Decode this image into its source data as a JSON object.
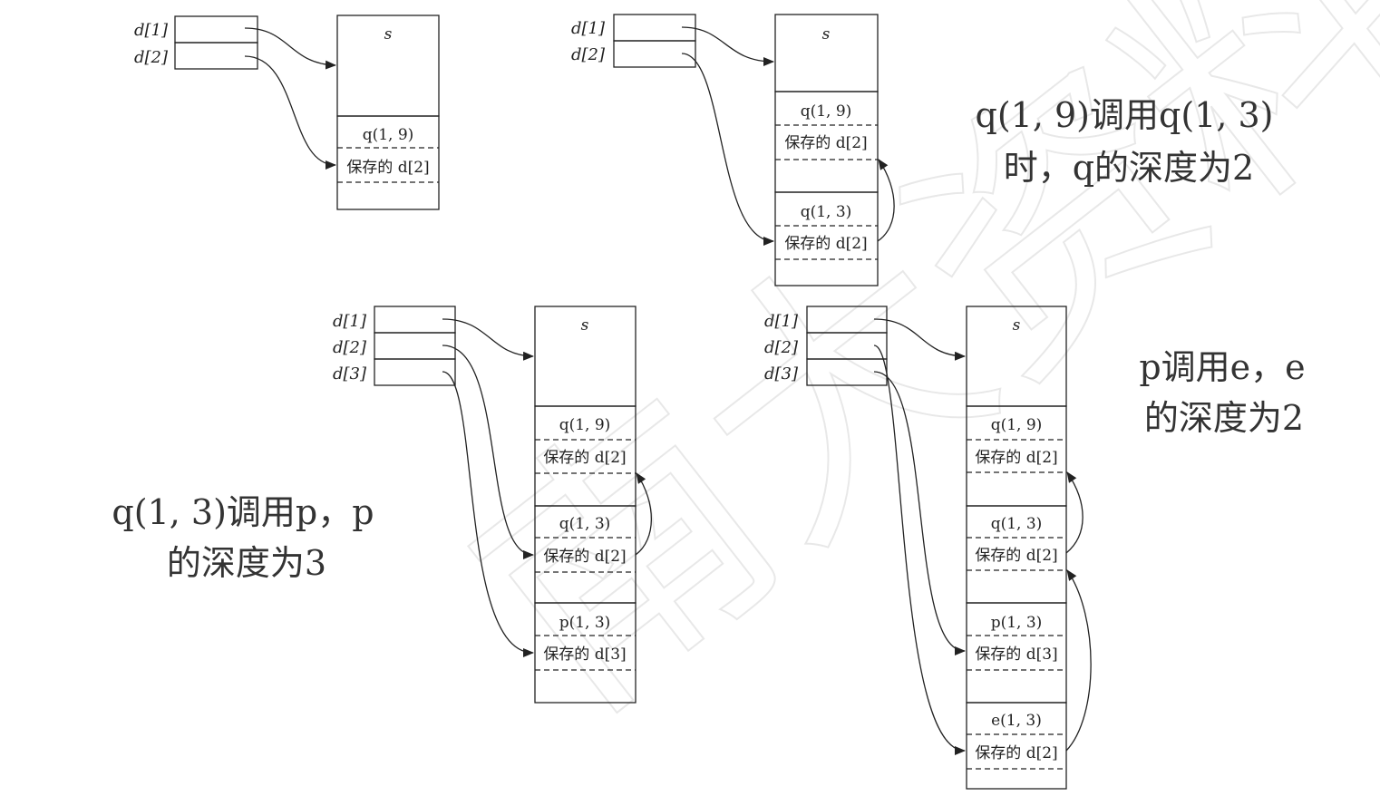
{
  "labels": {
    "d1": "d[1]",
    "d2": "d[2]",
    "d3": "d[3]",
    "s": "s",
    "q19": "q(1, 9)",
    "q13": "q(1, 3)",
    "p13": "p(1, 3)",
    "e13": "e(1, 3)",
    "saved_d2": "保存的 d[2]",
    "saved_d3": "保存的 d[3]"
  },
  "annotations": {
    "a1_line1": "q(1, 9)调用q(1, 3)",
    "a1_line2": "时，q的深度为2",
    "a2_line1": "q(1, 3)调用p，p",
    "a2_line2": "的深度为3",
    "a3_line1": "p调用e，e",
    "a3_line2": "的深度为2"
  },
  "watermark": "南大资料",
  "colors": {
    "ink": "#222222",
    "annotation": "#333333",
    "watermark": "#e8e8e8"
  }
}
